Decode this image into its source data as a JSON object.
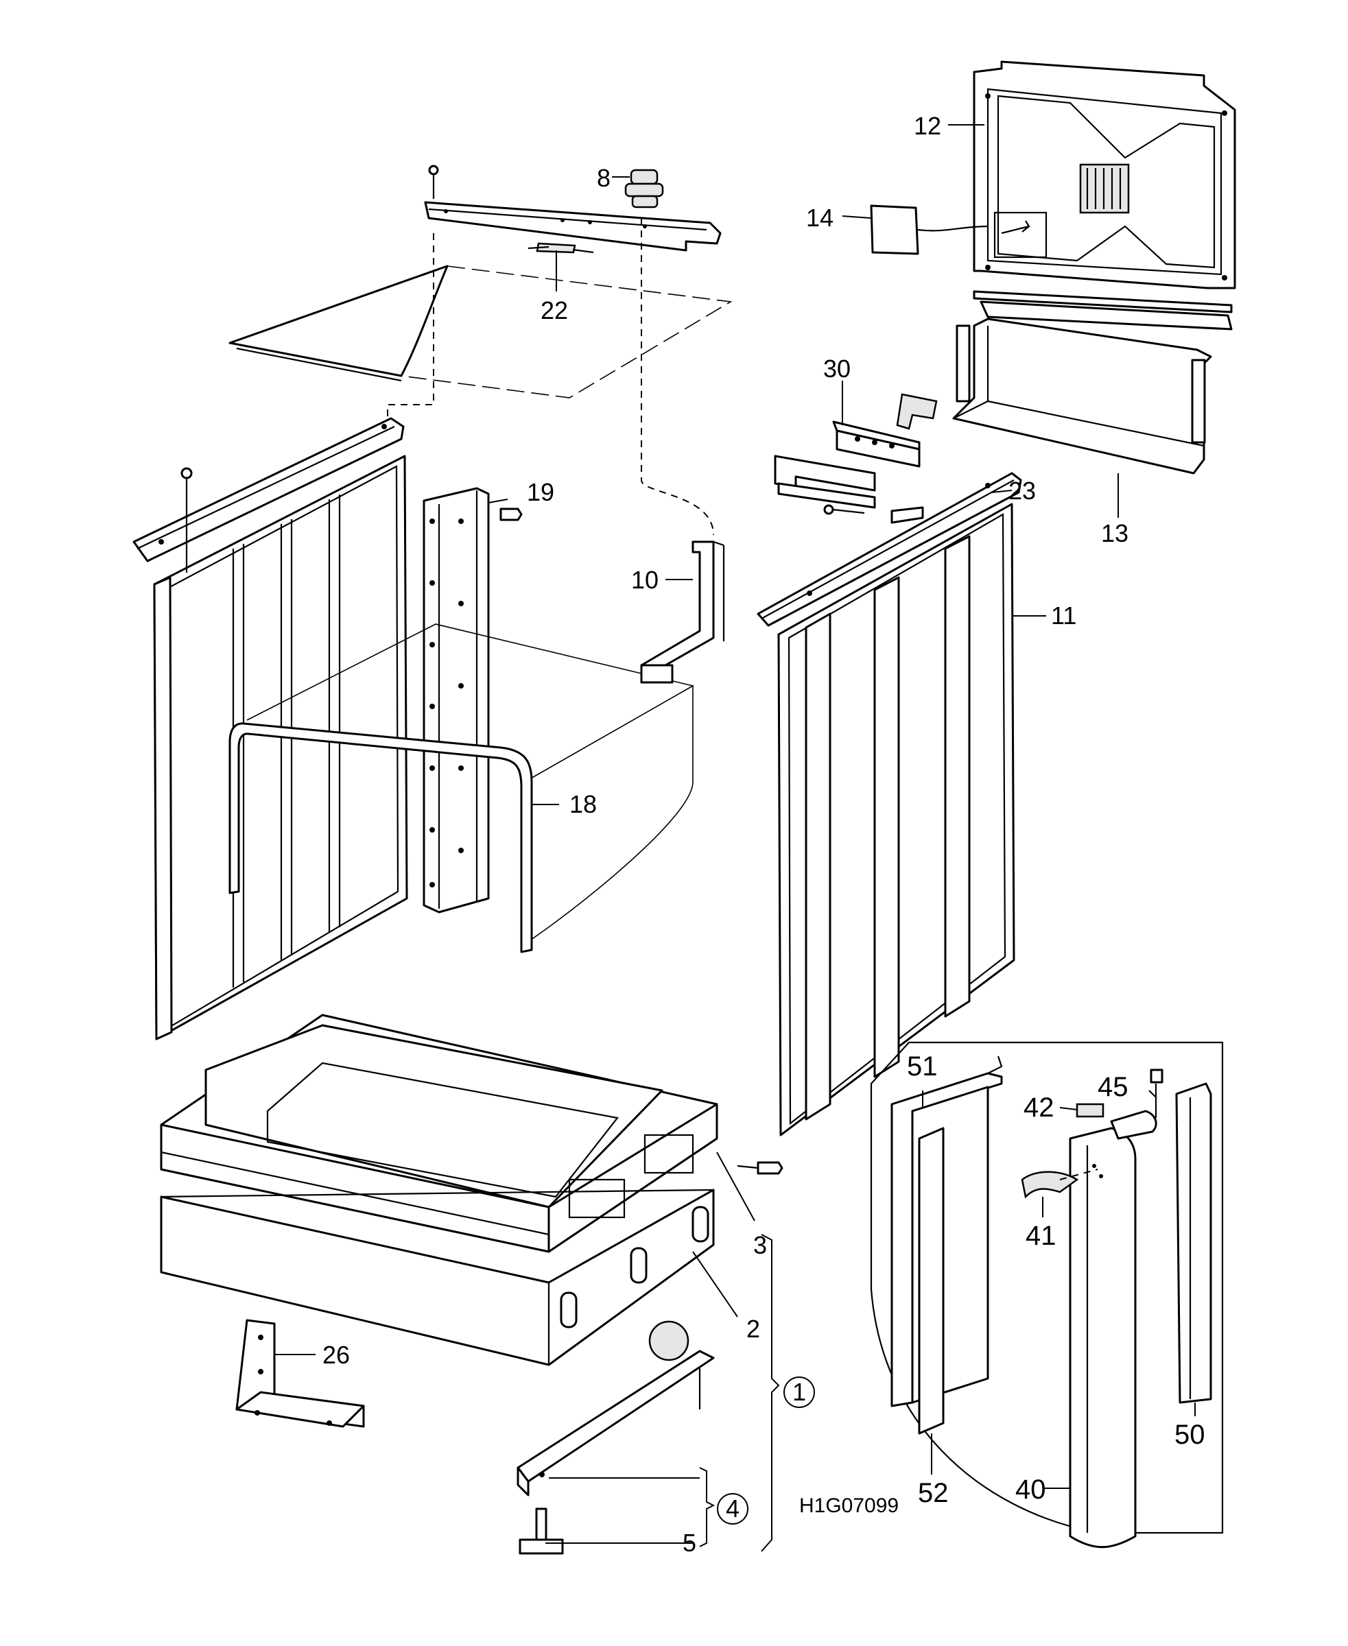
{
  "callouts": {
    "c1": "1",
    "c2": "2",
    "c3": "3",
    "c4": "4",
    "c5": "5",
    "c8": "8",
    "c10": "10",
    "c11": "11",
    "c12": "12",
    "c13": "13",
    "c14": "14",
    "c18": "18",
    "c19": "19",
    "c22": "22",
    "c23": "23",
    "c26": "26",
    "c30": "30",
    "c40": "40",
    "c41": "41",
    "c42": "42",
    "c45": "45",
    "c50": "50",
    "c51": "51",
    "c52": "52"
  },
  "drawing_id": "H1G07099",
  "colors": {
    "line": "#000000",
    "paper": "#ffffff",
    "shade": "#e6e6e6"
  }
}
